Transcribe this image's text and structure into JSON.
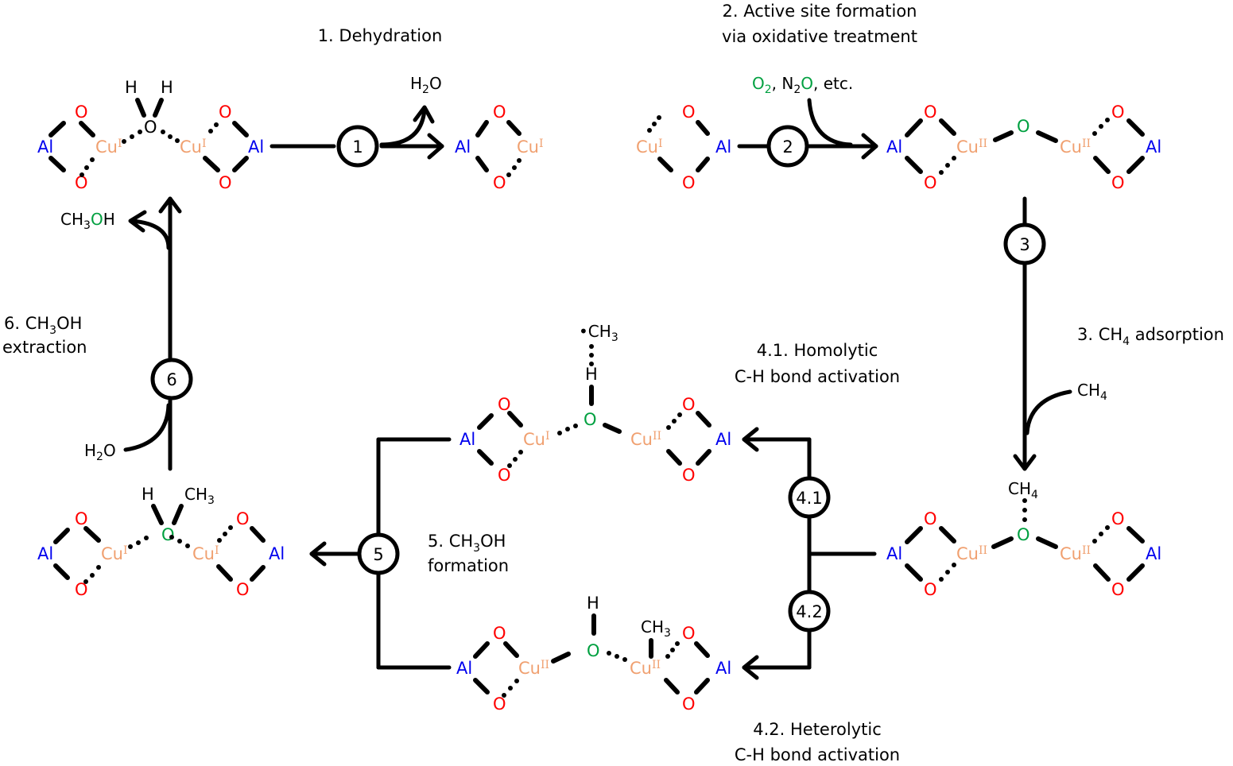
{
  "steps": {
    "s1": {
      "number": "1",
      "title": "1. Dehydration",
      "released": "H",
      "released_sub": "2",
      "released_tail": "O"
    },
    "s2": {
      "number": "2",
      "title_line1": "2. Active site formation",
      "title_line2": "via oxidative treatment",
      "reagent_a": "O",
      "reagent_a_sub": "2",
      "sep": ", ",
      "reagent_b_n": "N",
      "reagent_b_sub": "2",
      "reagent_b_o": "O",
      "reagent_tail": ", etc."
    },
    "s3": {
      "number": "3",
      "title_pre": "3. CH",
      "title_sub": "4",
      "title_post": " adsorption",
      "reagent": "CH",
      "reagent_sub": "4"
    },
    "s41": {
      "number": "4.1",
      "title_line1": "4.1. Homolytic",
      "title_line2": "C-H bond activation"
    },
    "s42": {
      "number": "4.2",
      "title_line1": "4.2. Heterolytic",
      "title_line2": "C-H bond activation"
    },
    "s5": {
      "number": "5",
      "title_pre": "5. CH",
      "title_sub": "3",
      "title_post": "OH",
      "title_line2": "formation"
    },
    "s6": {
      "number": "6",
      "title_pre": "6. CH",
      "title_sub": "3",
      "title_post": "OH",
      "title_line2": "extraction",
      "input": "H",
      "input_sub": "2",
      "input_tail": "O",
      "product_pre": "CH",
      "product_sub": "3",
      "product_o": "O",
      "product_h": "H"
    }
  },
  "atoms": {
    "al": "Al",
    "o": "O",
    "cu": "Cu",
    "h": "H",
    "ch": "CH",
    "ox1": "I",
    "ox2": "II",
    "sub3": "3",
    "sub4": "4",
    "radical": "•"
  },
  "colors": {
    "aluminum": "#0000ee",
    "framework_oxygen": "#ff0000",
    "active_oxygen": "#00a040",
    "copper": "#f0a070",
    "bonds": "#000000"
  }
}
